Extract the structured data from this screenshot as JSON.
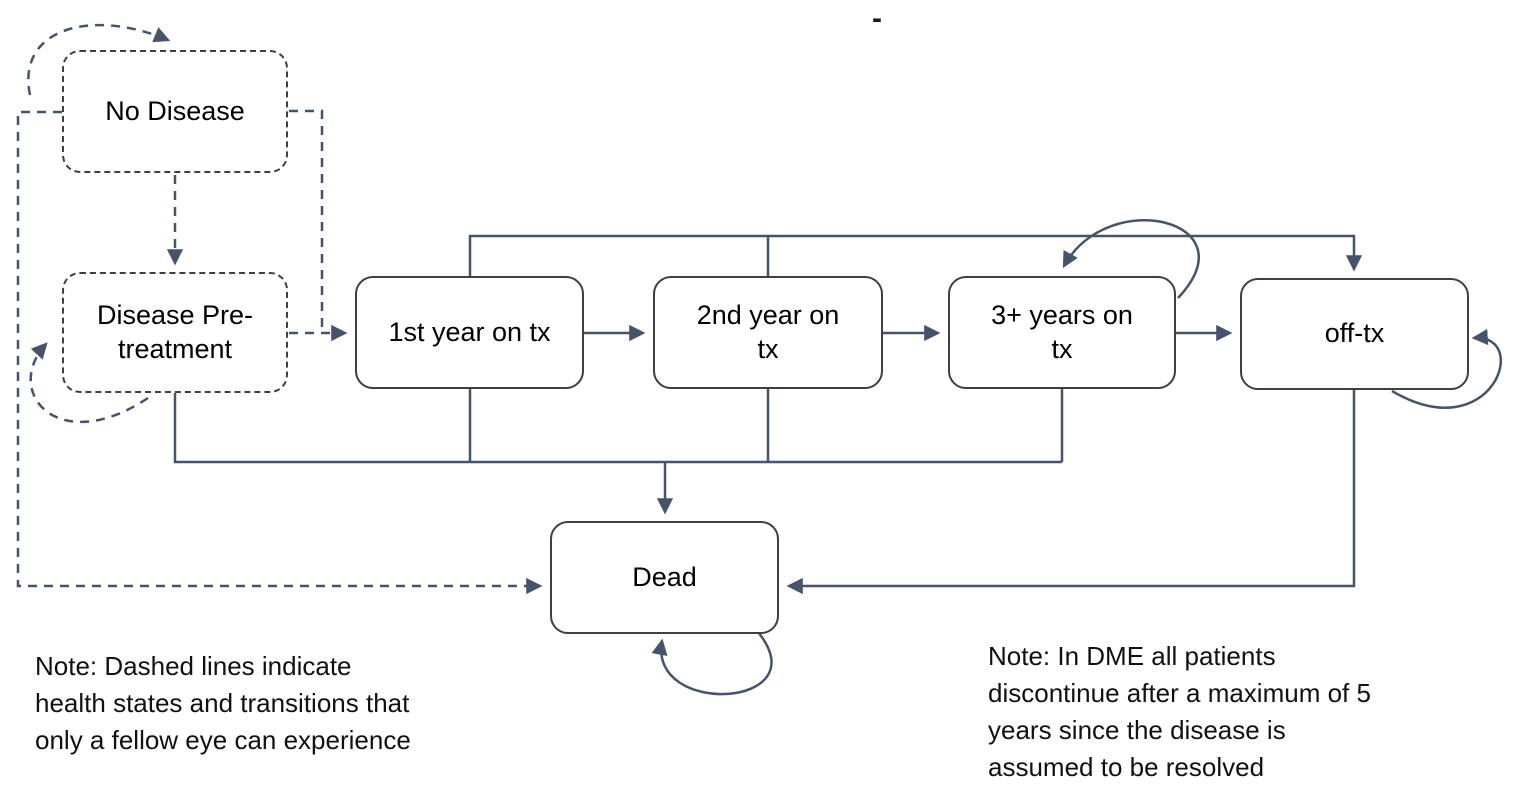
{
  "diagram": {
    "states": {
      "no_disease": {
        "label": "No Disease"
      },
      "pretreatment": {
        "label": "Disease Pre-\ntreatment"
      },
      "first_year": {
        "label": "1st year on tx"
      },
      "second_year": {
        "label": "2nd year on\ntx"
      },
      "third_year": {
        "label": "3+ years on\ntx"
      },
      "off_tx": {
        "label": "off-tx"
      },
      "dead": {
        "label": "Dead"
      }
    },
    "notes": {
      "left": "Note: Dashed lines indicate\nhealth states and transitions that\nonly a fellow eye can experience",
      "right": "Note: In DME all patients\ndiscontinue after a maximum of 5\nyears since the disease is\nassumed to be resolved"
    },
    "stray_mark": "-",
    "colors": {
      "arrow": "#44546A",
      "box_border": "#3f3f3f",
      "text": "#000000",
      "note_text": "#111111"
    }
  }
}
